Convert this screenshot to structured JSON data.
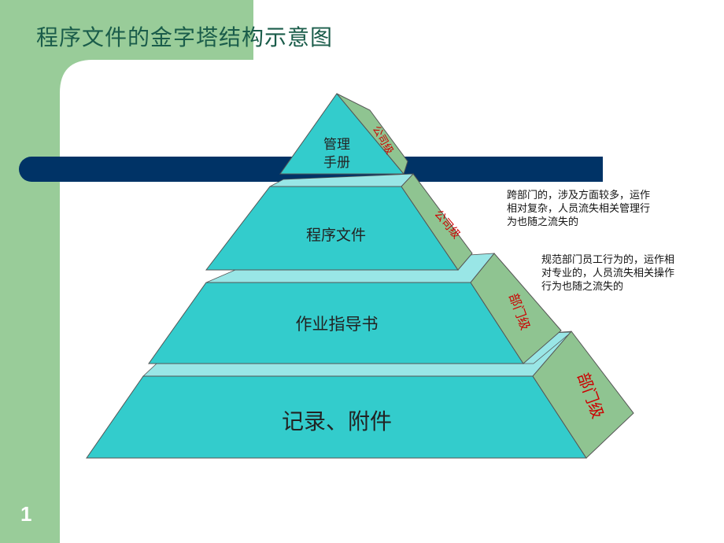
{
  "slide": {
    "title": "程序文件的金字塔结构示意图",
    "page_number": "1"
  },
  "pyramid": {
    "levels": [
      {
        "label_line1": "管理",
        "label_line2": "手册",
        "side_label": "公司级"
      },
      {
        "label": "程序文件",
        "side_label": "公司级"
      },
      {
        "label": "作业指导书",
        "side_label": "部门级"
      },
      {
        "label": "记录、附件",
        "side_label": "部门级"
      }
    ]
  },
  "notes": {
    "company_line1": "跨部门的，涉及方面较多，运作",
    "company_line2": "相对复杂，人员流失相关管理行",
    "company_line3": "为也随之流失的",
    "dept_line1": "规范部门员工行为的，运作相",
    "dept_line2": "对专业的，人员流失相关操作",
    "dept_line3": "行为也随之流失的"
  },
  "colors": {
    "green": "#99cc99",
    "navy": "#003366",
    "face": "#33cccc",
    "face_light": "#99e6e6",
    "side": "#8fc491",
    "side_text": "#cc0000"
  }
}
